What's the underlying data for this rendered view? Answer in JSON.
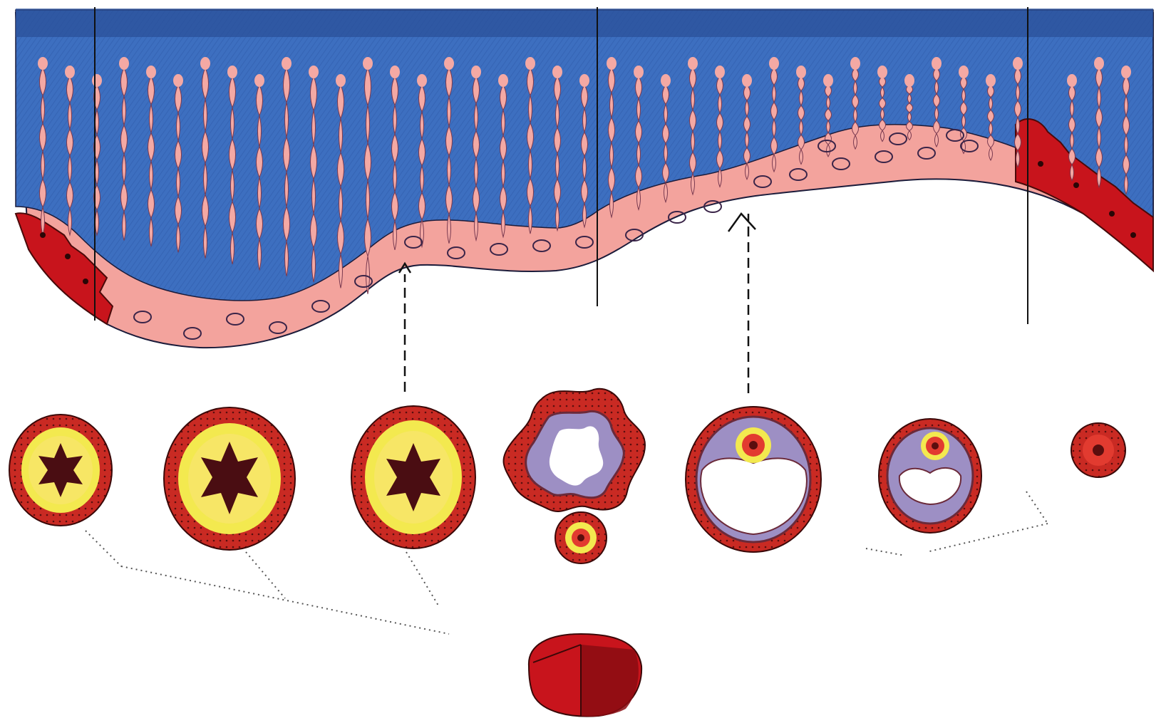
{
  "diagram": {
    "kind": "illustration",
    "labels": [],
    "panels": [
      {
        "name": "endometrium-section"
      },
      {
        "name": "ovary-cycle-row"
      },
      {
        "name": "corpus-luteum-source"
      }
    ],
    "colors": {
      "functional_layer_blue": "#3d6fc0",
      "functional_layer_dark": "#2f57a4",
      "basal_layer_pink": "#f3a39d",
      "gland_pink": "#f4a9a4",
      "menstrual_red": "#c8141c",
      "follicle_red": "#c92a23",
      "follicle_yellow": "#f3e94f",
      "cavity_dark": "#4a0d12",
      "background": "#ffffff"
    },
    "stages": [
      {
        "name": "menstrual-remnant-left"
      },
      {
        "name": "follicle-stage-1"
      },
      {
        "name": "follicle-stage-2"
      },
      {
        "name": "follicle-stage-3"
      },
      {
        "name": "ovulating-follicle"
      },
      {
        "name": "ovulated-oocyte"
      },
      {
        "name": "corpus-luteum-large"
      },
      {
        "name": "corpus-luteum-medium"
      },
      {
        "name": "corpus-luteum-small"
      },
      {
        "name": "menstrual-remnant-right"
      }
    ]
  }
}
